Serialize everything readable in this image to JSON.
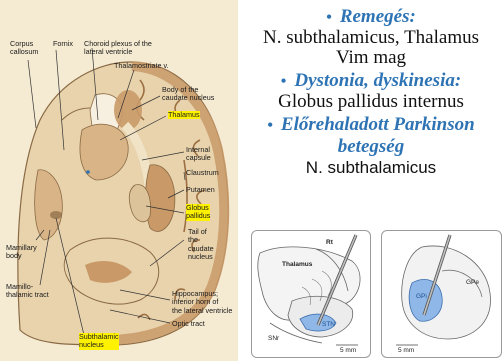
{
  "atlas": {
    "labels": {
      "corpus_callosum": "Corpus\ncallosum",
      "fornix": "Fornix",
      "choroid_plexus": "Choroid plexus of the\nlateral ventricle",
      "thalamostriate": "Thalamostriate v.",
      "body_caudate": "Body of the\ncaudate nucleus",
      "thalamus": "Thalamus",
      "internal_capsule": "Internal\ncapsule",
      "claustrum": "Claustrum",
      "putamen": "Putamen",
      "globus_pallidus": "Globus\npallidus",
      "tail_caudate": "Tail of\nthe\ncaudate\nnucleus",
      "mamillary_body": "Mamillary\nbody",
      "mamillothalamic": "Mamillo-\nthalamic tract",
      "hippocampus": "Hippocampus;\ninferior horn of\nthe lateral ventricle",
      "optic_tract": "Optic tract",
      "subthalamic": "Subthalamic\nnucleus"
    },
    "colors": {
      "background": "#e8d3ad",
      "gray_matter": "#c99a68",
      "highlight": "#fff200"
    }
  },
  "bullets": [
    {
      "heading": "Remegés:",
      "body": "N. subthalamicus, Thalamus\nVim mag"
    },
    {
      "heading": "Dystonia, dyskinesia:",
      "body": "Globus pallidus internus"
    },
    {
      "heading": "Előrehaladott Parkinson\nbetegség",
      "body": "N. subthalamicus"
    }
  ],
  "bullet_color": "#2e74b5",
  "panels": {
    "left": {
      "rt": "Rt",
      "thalamus": "Thalamus",
      "stn": "STN",
      "snr": "SNr",
      "scale": "5 mm"
    },
    "right": {
      "gpe": "GPe",
      "gpi": "GPi",
      "scale": "5 mm"
    },
    "highlight_color": "#8fb8e8"
  }
}
